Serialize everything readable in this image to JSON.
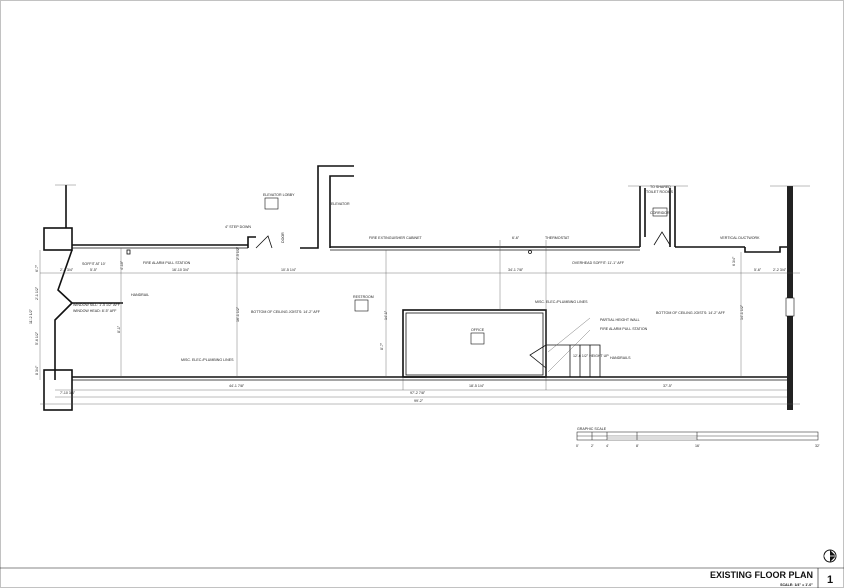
{
  "sheet": {
    "title": "EXISTING FLOOR PLAN",
    "scale": "SCALE: 1/4\" = 1'-0\"",
    "number": "1"
  },
  "labels": {
    "elevator_lobby": "ELEVATOR LOBBY",
    "step_down": "4\" STEP DOWN",
    "door": "DOOR",
    "elevator": "ELEVATOR",
    "fire_ext": "FIRE EXTINGUISHER CABINET",
    "thermostat": "THERMOSTAT",
    "toilet_1": "TO SHARED",
    "toilet_2": "TOILET ROOMS",
    "corridor": "CORRIDOR",
    "ductwork": "VERTICAL DUCTWORK",
    "fire_alarm_1": "FIRE ALARM PULL STATION",
    "soffit_left": "SOFFIT AT 10'",
    "overhead_soffit": "OVERHEAD SOFFIT: 11'-1\" AFF",
    "handrail": "HANDRAIL",
    "window_sill": "WINDOW SILL: 1'-5 1/2\" AFF",
    "window_head": "WINDOW HEAD: 8'-5\" AFF",
    "joists_left": "BOTTOM OF CEILING JOISTS: 14'-2\" AFF",
    "joists_right": "BOTTOM OF CEILING JOISTS: 14'-2\" AFF",
    "misc_lines_1": "MISC. ELEC./PLUMBING LINES",
    "misc_lines_2": "MISC. ELEC./PLUMBING LINES",
    "partial_wall": "PARTIAL HEIGHT WALL",
    "fire_alarm_2": "FIRE ALARM PULL STATION",
    "handrails": "HANDRAILS",
    "stair_up": "12'-6 1/2\" HEIGHT UP",
    "restroom": "RESTROOM",
    "office": "OFFICE"
  },
  "dimensions": {
    "d_2_1_34": "2'-1 3/4\"",
    "d_5_5": "5'-5\"",
    "d_4_10": "4'-10\"",
    "d_16_10_34": "16'-10 3/4\"",
    "d_2_5_12": "2'-5 1/2\"",
    "d_10_5_14": "10'-5 1/4\"",
    "d_6_6": "6'-6\"",
    "d_34_1_78": "34'-1 7/8\"",
    "d_6_34": "6 3/4\"",
    "d_5_6": "5'-6\"",
    "d_2_2_34": "2'-2 3/4\"",
    "d_6_7": "6'-7\"",
    "d_2_1_12": "2'-1 1/2\"",
    "d_11_2_12": "11'-2 1/2\"",
    "d_5_6_12": "5'-6 1/2\"",
    "d_8_34": "8 3/4\"",
    "d_8_1": "8'-1\"",
    "d_16_1_12": "16'-1 1/2\"",
    "d_14_1": "14'-1\"",
    "d_8_7": "8'-7\"",
    "d_14_1_12": "14'-1 1/2\"",
    "d_44_1_78": "44'-1 7/8\"",
    "d_18_5_14": "18'-5 1/4\"",
    "d_37_5": "37'-5\"",
    "d_7_10_34": "7'-10 3/4\"",
    "d_97_2_78": "97'-2 7/8\"",
    "d_99_2": "99'-2\""
  },
  "graphic_scale": {
    "label": "GRAPHIC SCALE",
    "ticks": [
      "0'",
      "2'",
      "4'",
      "8'",
      "16'",
      "32'"
    ]
  }
}
